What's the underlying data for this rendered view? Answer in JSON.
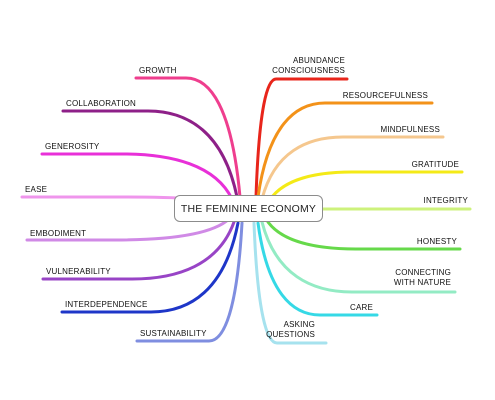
{
  "center": {
    "title": "THE FEMININE ECONOMY"
  },
  "branches": [
    {
      "label": "GROWTH",
      "side": "left",
      "color": "#ef3e8e"
    },
    {
      "label": "COLLABORATION",
      "side": "left",
      "color": "#8e2088"
    },
    {
      "label": "GENEROSITY",
      "side": "left",
      "color": "#e830d8"
    },
    {
      "label": "EASE",
      "side": "left",
      "color": "#ef95ec"
    },
    {
      "label": "EMBODIMENT",
      "side": "left",
      "color": "#d08ae6"
    },
    {
      "label": "VULNERABILITY",
      "side": "left",
      "color": "#9844c6"
    },
    {
      "label": "INTERDEPENDENCE",
      "side": "left",
      "color": "#1e36c8"
    },
    {
      "label": "SUSTAINABILITY",
      "side": "left",
      "color": "#7f8ee0"
    },
    {
      "label": "ABUNDANCE\nCONSCIOUSNESS",
      "side": "right",
      "color": "#e8251b"
    },
    {
      "label": "RESOURCEFULNESS",
      "side": "right",
      "color": "#f39219"
    },
    {
      "label": "MINDFULNESS",
      "side": "right",
      "color": "#f5c78e"
    },
    {
      "label": "GRATITUDE",
      "side": "right",
      "color": "#f4ea17"
    },
    {
      "label": "INTEGRITY",
      "side": "right",
      "color": "#cdf27c"
    },
    {
      "label": "HONESTY",
      "side": "right",
      "color": "#66d94a"
    },
    {
      "label": "CONNECTING\nWITH NATURE",
      "side": "right",
      "color": "#93ebc4"
    },
    {
      "label": "CARE",
      "side": "right",
      "color": "#35d9e6"
    },
    {
      "label": "ASKING\nQUESTIONS",
      "side": "right",
      "color": "#a6e2ee"
    }
  ]
}
